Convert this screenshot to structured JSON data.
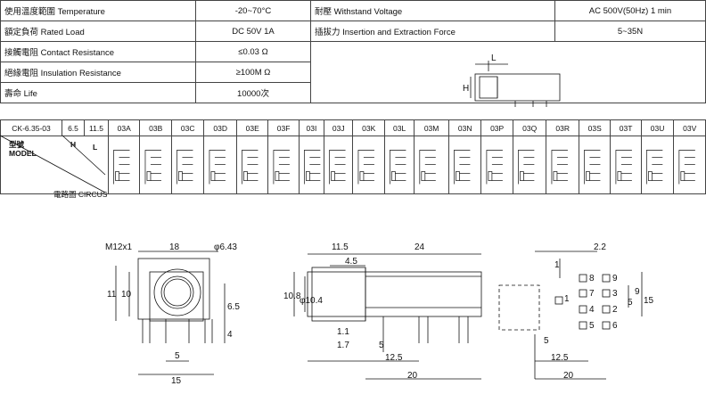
{
  "specs": [
    {
      "label": "使用溫度範圍 Temperature",
      "value": "-20~70°C",
      "label2": "耐壓 Withstand Voltage",
      "value2": "AC 500V(50Hz) 1 min"
    },
    {
      "label": "額定負荷 Rated Load",
      "value": "DC 50V 1A",
      "label2": "插拔力 Insertion and Extraction Force",
      "value2": "5~35N"
    },
    {
      "label": "接觸電阻 Contact Resistance",
      "value": "≤0.03 Ω"
    },
    {
      "label": "絕緣電阻 Insulation Resistance",
      "value": "≥100M Ω"
    },
    {
      "label": "壽命 Life",
      "value": "10000次"
    }
  ],
  "model": {
    "part": "CK-6.35-03",
    "h": "6.5",
    "l": "11.5",
    "codes": [
      "03A",
      "03B",
      "03C",
      "03D",
      "03E",
      "03F",
      "03I",
      "03J",
      "03K",
      "03L",
      "03M",
      "03N",
      "03P",
      "03Q",
      "03R",
      "03S",
      "03T",
      "03U",
      "03V"
    ],
    "label_model": "型號\nMODEL",
    "label_H": "H",
    "label_L": "L",
    "label_circ": "電路圖 CIRCUS"
  },
  "small_drawing": {
    "L": "L",
    "H": "H"
  },
  "front_view": {
    "m12": "M12x1",
    "w18": "18",
    "phi": "φ6.43",
    "h10": "10",
    "h11": "11",
    "h65": "6.5",
    "h4": "4",
    "w5": "5",
    "w15": "15"
  },
  "side_view": {
    "d115": "11.5",
    "d24": "24",
    "d45": "4.5",
    "phi104": "φ10.4",
    "d108": "10.8",
    "d11": "1.1",
    "d17": "1.7",
    "d5": "5",
    "d125": "12.5",
    "d20": "20"
  },
  "pcb_view": {
    "d22": "2.2",
    "d1": "1",
    "d9": "9",
    "d5": "5",
    "d15": "15",
    "d125": "12.5",
    "d20": "20",
    "pins_left": [
      "8",
      "7",
      "1",
      "4",
      "5"
    ],
    "pins_right": [
      "9",
      "3",
      "2",
      "6"
    ]
  }
}
